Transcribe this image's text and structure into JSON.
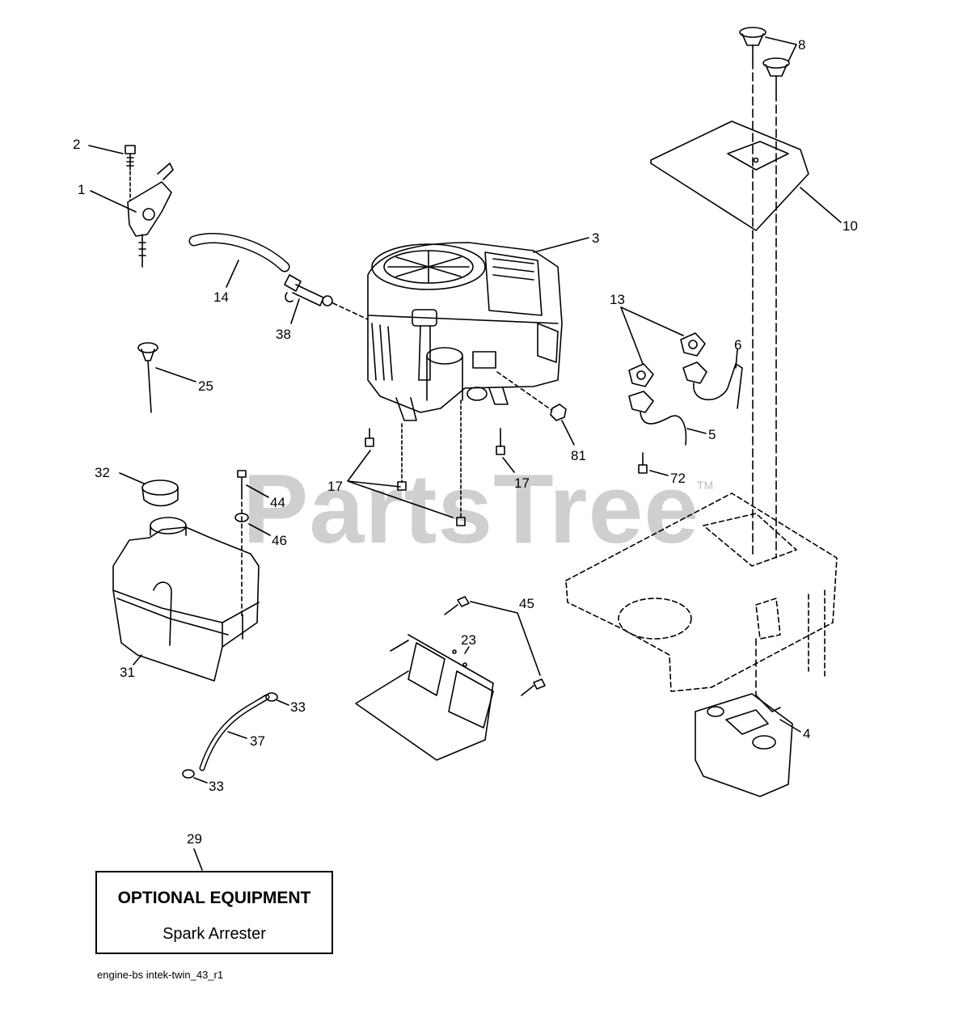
{
  "watermark": {
    "brand": "PartsTree",
    "tm": "TM"
  },
  "optional_box": {
    "title": "OPTIONAL EQUIPMENT",
    "subtitle": "Spark Arrester"
  },
  "reference": "engine-bs intek-twin_43_r1",
  "callouts": {
    "c1": "1",
    "c2": "2",
    "c3": "3",
    "c4": "4",
    "c5": "5",
    "c6": "6",
    "c8": "8",
    "c10": "10",
    "c13": "13",
    "c14": "14",
    "c17a": "17",
    "c17b": "17",
    "c23": "23",
    "c25": "25",
    "c29": "29",
    "c31": "31",
    "c32": "32",
    "c33a": "33",
    "c33b": "33",
    "c37": "37",
    "c38": "38",
    "c44": "44",
    "c45": "45",
    "c46": "46",
    "c72": "72",
    "c81": "81"
  }
}
